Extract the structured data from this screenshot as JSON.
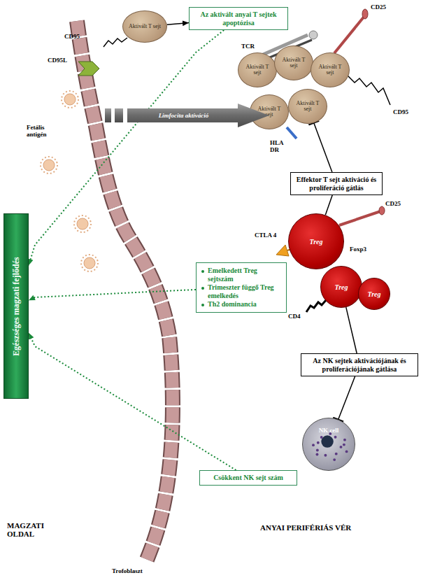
{
  "diagram": {
    "nodes": [
      {
        "text": [
          "Aktivált T sejt"
        ]
      },
      {
        "text": [
          "Az aktivált anyai T sejtek apoptózisa"
        ]
      },
      {
        "text": [
          "Aktivált T sejt"
        ]
      },
      {
        "text": [
          "Aktivált T sejt"
        ]
      },
      {
        "text": [
          "Aktivált T sejt"
        ]
      },
      {
        "text": [
          "Aktivált T sejt"
        ]
      },
      {
        "text": [
          "Aktivált T sejt"
        ]
      },
      {
        "text": [
          "Limfocita aktiváció"
        ]
      },
      {
        "text": [
          "Effektor T sejt aktiváció és proliferáció gátlás"
        ]
      },
      {
        "text": [
          "Treg"
        ]
      },
      {
        "text": [
          "Treg"
        ]
      },
      {
        "text": [
          "Treg"
        ]
      },
      {
        "text": [
          "Emelkedett Treg sejtszám",
          "Trimeszter függő Treg emelkedés",
          "Th2 dominancia"
        ]
      },
      {
        "text": [
          "Az NK sejtek aktivációjának és proliferációjának gátlása"
        ]
      },
      {
        "text": [
          "NK cell"
        ]
      },
      {
        "text": [
          "Csökkent NK sejt szám"
        ]
      },
      {
        "text": [
          "Egészséges magzati fejlődés"
        ]
      }
    ],
    "edges": [
      {
        "from": 0,
        "to": 1,
        "arrow": "to"
      },
      {
        "from": 1,
        "to": 16,
        "arrow": "to"
      },
      {
        "from": 8,
        "to": 6,
        "arrow": "to"
      },
      {
        "from": 9,
        "to": 8,
        "arrow": "none"
      },
      {
        "from": 10,
        "to": 13,
        "arrow": "none"
      },
      {
        "from": 13,
        "to": 14,
        "arrow": "to"
      },
      {
        "from": 12,
        "to": 16,
        "arrow": "to"
      },
      {
        "from": 15,
        "to": 16,
        "arrow": "to"
      }
    ],
    "labels": [
      "CD95",
      "CD95L",
      "TCR",
      "CD25",
      "CD95",
      "HLA DR",
      "Fetális antigén",
      "CD25",
      "CTLA 4",
      "Foxp3",
      "CD4",
      "MAGZATI OLDAL",
      "ANYAI PERIFÉRIÁS VÉR",
      "Trofoblaszt"
    ]
  }
}
